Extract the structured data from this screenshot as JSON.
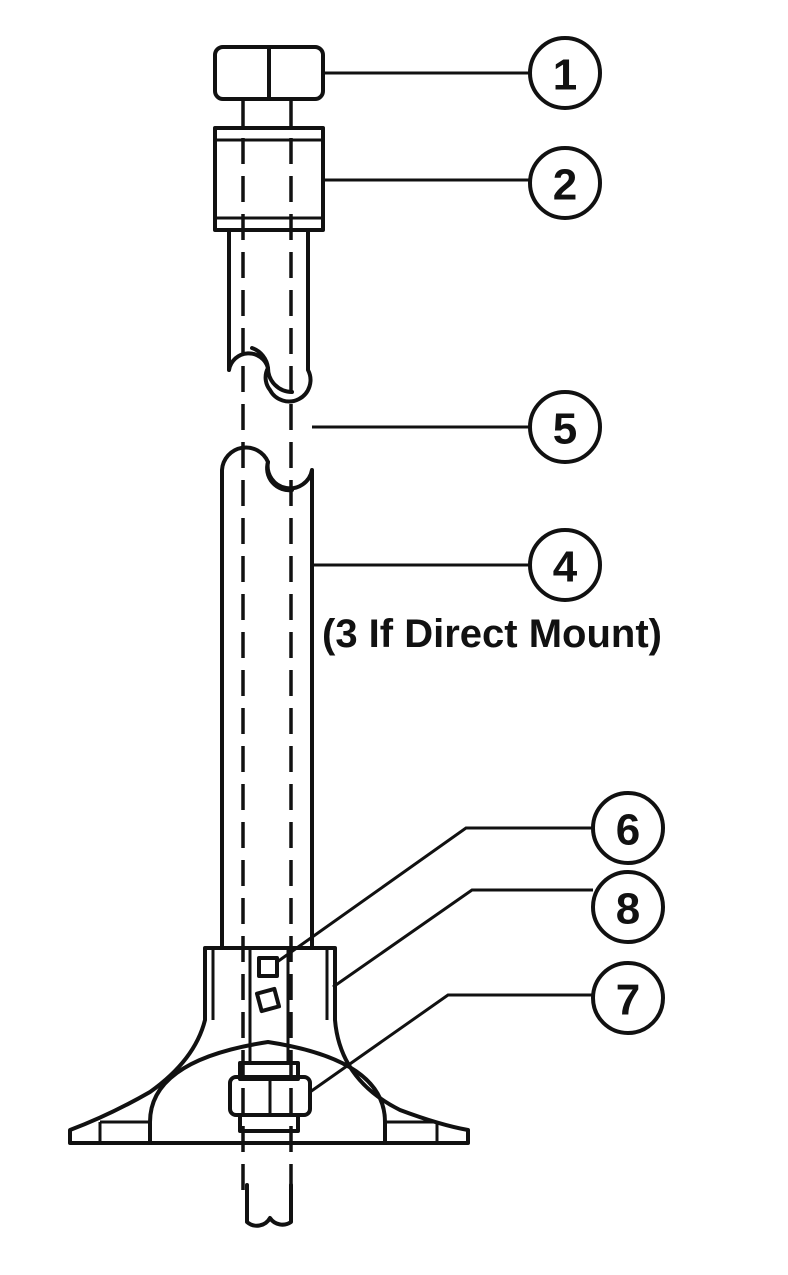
{
  "callouts": {
    "c1": "1",
    "c2": "2",
    "c5": "5",
    "c4": "4",
    "c6": "6",
    "c8": "8",
    "c7": "7"
  },
  "note": "(3 If Direct Mount)"
}
